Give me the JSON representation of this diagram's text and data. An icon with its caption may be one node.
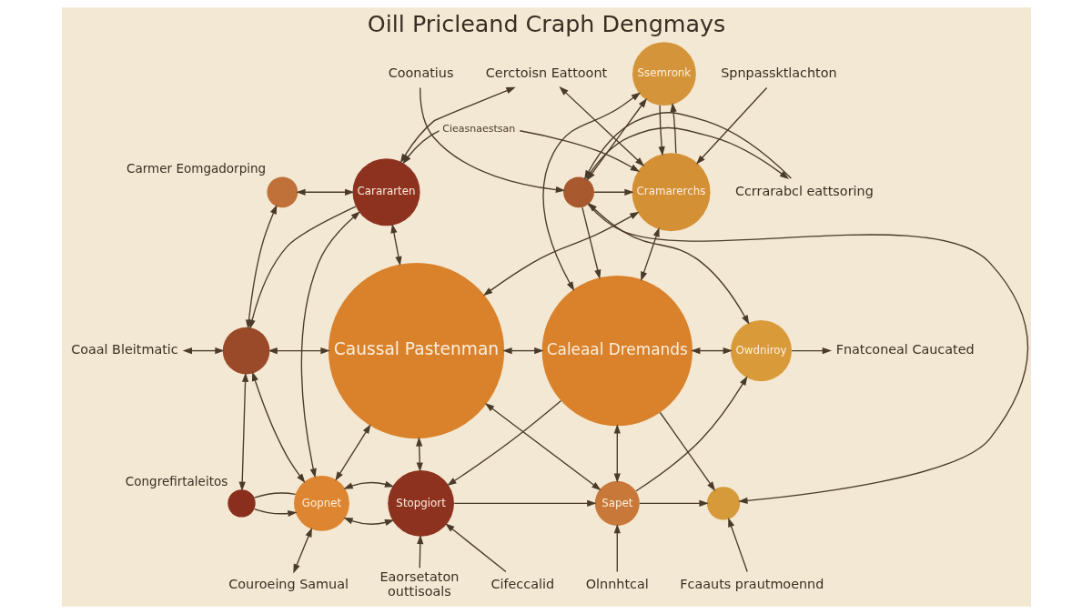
{
  "diagram": {
    "title": "Oill Pricleand Craph Dengmays",
    "nodes": [
      {
        "text": [
          "Cerctoisn Eattoont"
        ]
      },
      {
        "text": [
          "Spnpassktlachton"
        ]
      },
      {
        "text": [
          "Ssemronk"
        ]
      },
      {
        "text": [
          "Coonatius"
        ]
      },
      {
        "text": [],
        "shape": "circle",
        "beside": [
          "Carmer Eomgadorping"
        ]
      },
      {
        "text": [
          "Cramarerchs"
        ]
      },
      {
        "text": [],
        "shape": "circle"
      },
      {
        "text": [
          "Ccrrarabcl eattsoring"
        ]
      },
      {
        "text": [
          "Carararten"
        ]
      },
      {
        "text": [
          "Caussal Pastenman"
        ]
      },
      {
        "text": [
          "Caleaal Dremands"
        ]
      },
      {
        "text": [
          "Owdniroy"
        ]
      },
      {
        "text": [
          "Fnatconeal Caucated"
        ]
      },
      {
        "text": [
          "Coaal Bleitmatic"
        ]
      },
      {
        "text": [],
        "shape": "circle"
      },
      {
        "text": [
          "Gopnet"
        ]
      },
      {
        "text": [],
        "shape": "circle"
      },
      {
        "text": [
          "Sapet"
        ]
      },
      {
        "text": [],
        "shape": "circle",
        "beside": [
          "Congrefirtaleitos"
        ]
      },
      {
        "text": [
          "Stopgiort"
        ]
      },
      {
        "text": [
          "Fcaauts prautmoennd"
        ]
      },
      {
        "text": [
          "Couroeing Samual"
        ]
      },
      {
        "text": [
          "Cifeccalid"
        ]
      },
      {
        "text": [
          "Eaorsetaton",
          "outtisoals"
        ]
      },
      {
        "text": [
          "Olnnhtcal"
        ]
      }
    ],
    "edges": [
      {
        "from": 8,
        "to": 0,
        "arrow": "both"
      },
      {
        "from": 0,
        "to": 5,
        "arrow": "both"
      },
      {
        "from": 1,
        "to": 5,
        "arrow": "to"
      },
      {
        "from": 3,
        "to": 6,
        "arrow": "to"
      },
      {
        "from": 6,
        "to": 7,
        "arrow": "to"
      },
      {
        "from": 7,
        "to": 6,
        "arrow": "to"
      },
      {
        "from": 4,
        "to": 8,
        "arrow": "both"
      },
      {
        "from": 4,
        "to": 14,
        "arrow": "both"
      },
      {
        "from": 8,
        "to": 5,
        "arrow": "both",
        "label": "Cieasnaestsan"
      },
      {
        "from": 8,
        "to": 14,
        "arrow": "to"
      },
      {
        "from": 8,
        "to": 9,
        "arrow": "both"
      },
      {
        "from": 8,
        "to": 15,
        "arrow": "both"
      },
      {
        "from": 14,
        "to": 9,
        "arrow": "both"
      },
      {
        "from": 13,
        "to": 14,
        "arrow": "both"
      },
      {
        "from": 14,
        "to": 15,
        "arrow": "both"
      },
      {
        "from": 14,
        "to": 18,
        "arrow": "both"
      },
      {
        "from": 18,
        "to": 15,
        "arrow": "to"
      },
      {
        "from": 18,
        "to": 15,
        "arrow": "none"
      },
      {
        "from": 15,
        "to": 9,
        "arrow": "both"
      },
      {
        "from": 15,
        "to": 19,
        "arrow": "both"
      },
      {
        "from": 15,
        "to": 19,
        "arrow": "both"
      },
      {
        "from": 15,
        "to": 21,
        "arrow": "both"
      },
      {
        "from": 9,
        "to": 19,
        "arrow": "both"
      },
      {
        "from": 9,
        "to": 5,
        "arrow": "both"
      },
      {
        "from": 9,
        "to": 10,
        "arrow": "both"
      },
      {
        "from": 5,
        "to": 2,
        "arrow": "to"
      },
      {
        "from": 2,
        "to": 5,
        "arrow": "to"
      },
      {
        "from": 2,
        "to": 10,
        "arrow": "both"
      },
      {
        "from": 6,
        "to": 5,
        "arrow": "to"
      },
      {
        "from": 5,
        "to": 10,
        "arrow": "both"
      },
      {
        "from": 2,
        "to": 6,
        "arrow": "both"
      },
      {
        "from": 6,
        "to": 10,
        "arrow": "to"
      },
      {
        "from": 6,
        "to": 11,
        "arrow": "both"
      },
      {
        "from": 6,
        "to": 16,
        "arrow": "to"
      },
      {
        "from": 10,
        "to": 11,
        "arrow": "both"
      },
      {
        "from": 11,
        "to": 12,
        "arrow": "to"
      },
      {
        "from": 10,
        "to": 16,
        "arrow": "to"
      },
      {
        "from": 9,
        "to": 17,
        "arrow": "both"
      },
      {
        "from": 10,
        "to": 17,
        "arrow": "both"
      },
      {
        "from": 17,
        "to": 11,
        "arrow": "to"
      },
      {
        "from": 17,
        "to": 16,
        "arrow": "to"
      },
      {
        "from": 19,
        "to": 17,
        "arrow": "to"
      },
      {
        "from": 10,
        "to": 19,
        "arrow": "to"
      },
      {
        "from": 22,
        "to": 19,
        "arrow": "to"
      },
      {
        "from": 23,
        "to": 19,
        "arrow": "to"
      },
      {
        "from": 24,
        "to": 17,
        "arrow": "to"
      },
      {
        "from": 20,
        "to": 16,
        "arrow": "to"
      }
    ]
  }
}
